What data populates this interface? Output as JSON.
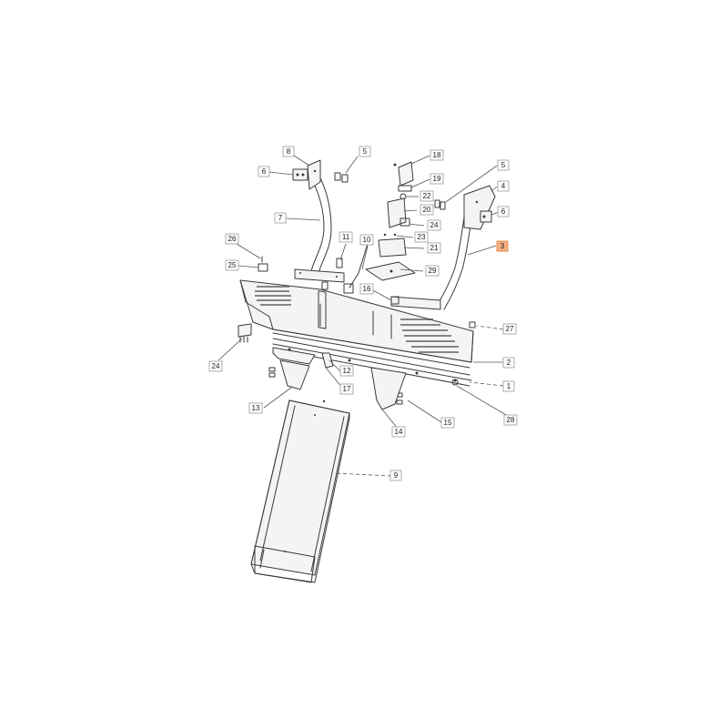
{
  "diagram": {
    "highlight_color": "#f6b183",
    "callouts": [
      {
        "label": "8",
        "highlighted": false
      },
      {
        "label": "5",
        "highlighted": false
      },
      {
        "label": "6",
        "highlighted": false
      },
      {
        "label": "7",
        "highlighted": false
      },
      {
        "label": "18",
        "highlighted": false
      },
      {
        "label": "19",
        "highlighted": false
      },
      {
        "label": "22",
        "highlighted": false
      },
      {
        "label": "20",
        "highlighted": false
      },
      {
        "label": "24",
        "highlighted": false
      },
      {
        "label": "23",
        "highlighted": false
      },
      {
        "label": "21",
        "highlighted": false
      },
      {
        "label": "29",
        "highlighted": false
      },
      {
        "label": "5",
        "highlighted": false
      },
      {
        "label": "4",
        "highlighted": false
      },
      {
        "label": "6",
        "highlighted": false
      },
      {
        "label": "3",
        "highlighted": true
      },
      {
        "label": "26",
        "highlighted": false
      },
      {
        "label": "25",
        "highlighted": false
      },
      {
        "label": "11",
        "highlighted": false
      },
      {
        "label": "10",
        "highlighted": false
      },
      {
        "label": "16",
        "highlighted": false
      },
      {
        "label": "27",
        "highlighted": false
      },
      {
        "label": "24",
        "highlighted": false
      },
      {
        "label": "2",
        "highlighted": false
      },
      {
        "label": "12",
        "highlighted": false
      },
      {
        "label": "17",
        "highlighted": false
      },
      {
        "label": "1",
        "highlighted": false
      },
      {
        "label": "13",
        "highlighted": false
      },
      {
        "label": "28",
        "highlighted": false
      },
      {
        "label": "15",
        "highlighted": false
      },
      {
        "label": "14",
        "highlighted": false
      },
      {
        "label": "9",
        "highlighted": false
      }
    ]
  }
}
